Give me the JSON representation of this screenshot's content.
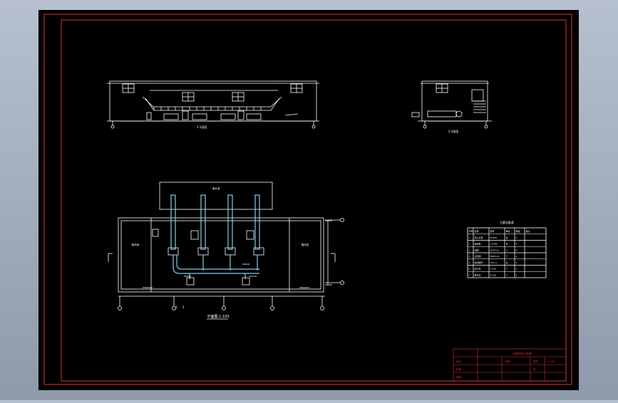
{
  "colors": {
    "canvas": "#000000",
    "frame": "#e0303a",
    "linework": "#ffffff",
    "piping": "#7fd0e8",
    "background": "#a6afbd"
  },
  "sections": {
    "section_1_1": "1-1剖面",
    "section_2_2": "2-2剖面"
  },
  "plan": {
    "title": "平面图 1:100",
    "tank_label": "清水池",
    "section_mark_1": "1",
    "section_mark_2": "2",
    "room_left": "配电间",
    "room_right": "值班室",
    "pipe_label_1": "DN400",
    "pipe_label_2": "DN300",
    "pipe_label_3": "DN300"
  },
  "equipment_table": {
    "title": "主要设备表",
    "headers": [
      "序号",
      "名称",
      "型号",
      "单位",
      "数量",
      "备注"
    ],
    "rows": [
      [
        "1",
        "离心水泵",
        "SH250",
        "台",
        "4",
        ""
      ],
      [
        "2",
        "电动机",
        "Y315M",
        "台",
        "4",
        ""
      ],
      [
        "3",
        "闸阀",
        "Z41T-10",
        "个",
        "8",
        ""
      ],
      [
        "4",
        "止回阀",
        "H44T-10",
        "个",
        "4",
        ""
      ],
      [
        "5",
        "电动葫芦",
        "CD1-3",
        "台",
        "1",
        ""
      ],
      [
        "6",
        "压力表",
        "Y-100",
        "个",
        "4",
        ""
      ],
      [
        "7",
        "真空表",
        "Z-100",
        "个",
        "4",
        ""
      ]
    ]
  },
  "title_block": {
    "project": "二级泵站平面图",
    "scale": "1:100",
    "designer": "设计",
    "checker": "校核",
    "reviewer": "审核",
    "date": "日期",
    "drawing_no": "图号",
    "sheet": "张"
  }
}
